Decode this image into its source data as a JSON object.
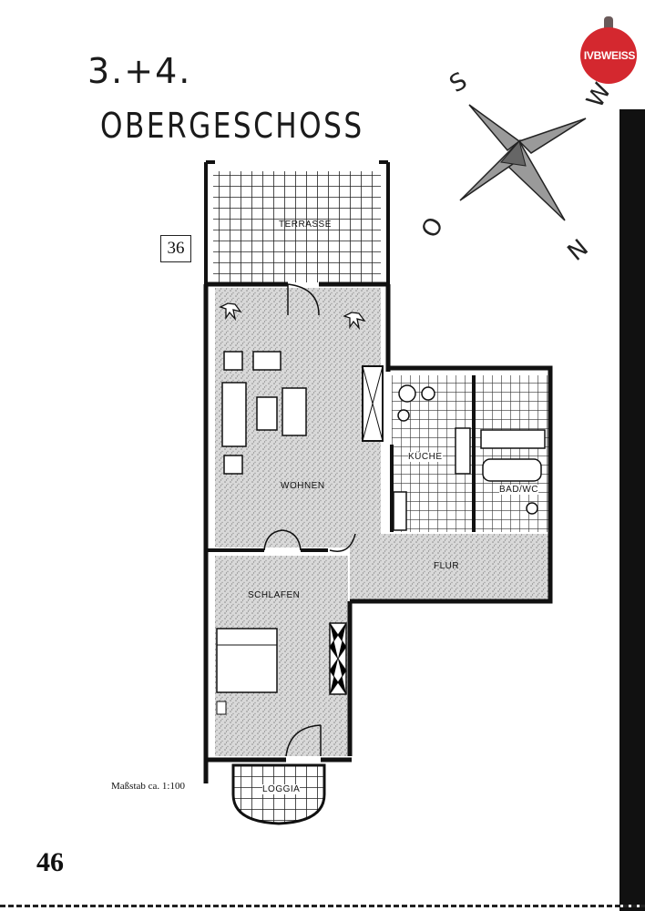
{
  "logo": {
    "text": "IVBWEISS",
    "color": "#d4282f"
  },
  "heading": {
    "line1": "3.+4.",
    "line2": "OBERGESCHOSS"
  },
  "unit_number": "36",
  "compass": {
    "north": "N",
    "south": "S",
    "west": "W",
    "east": "O"
  },
  "rooms": {
    "terrace": "TERRASSE",
    "living": "WOHNEN",
    "kitchen": "KÜCHE",
    "bath": "BAD/WC",
    "hall": "FLUR",
    "bedroom": "SCHLAFEN",
    "loggia": "LOGGIA"
  },
  "scale": "Maßstab ca. 1:100",
  "page_number": "46",
  "colors": {
    "wall": "#1a1a1a",
    "floor_hatch": "#c8c8c8",
    "background": "#ffffff"
  }
}
